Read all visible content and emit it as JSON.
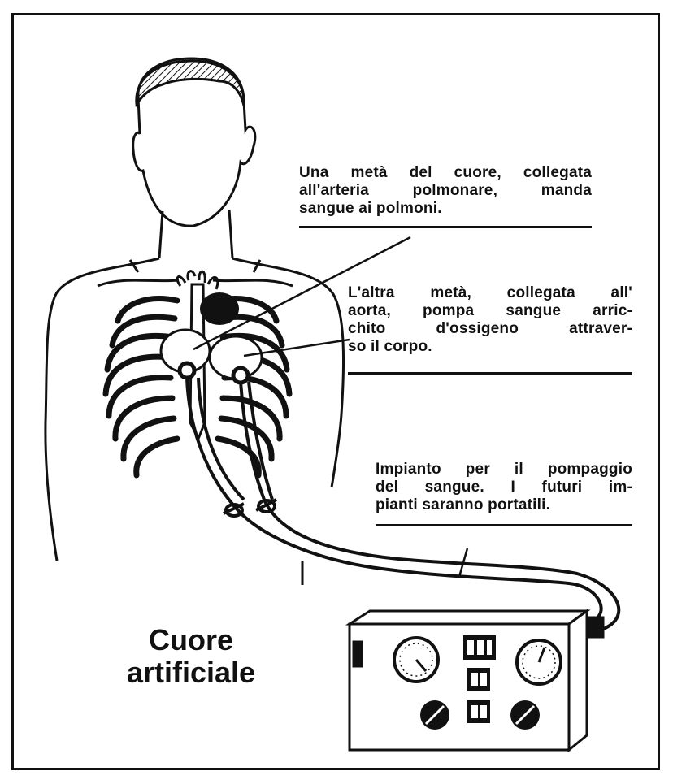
{
  "title": {
    "line1": "Cuore",
    "line2": "artificiale"
  },
  "callouts": {
    "pulmonary": {
      "lines": [
        "Una metà del cuore, collegata",
        "all'arteria polmonare, manda",
        "sangue ai polmoni."
      ]
    },
    "aortic": {
      "lines": [
        "L'altra metà, collegata all'",
        "aorta, pompa sangue arric-",
        "chito d'ossigeno attraver-",
        "so il corpo."
      ]
    },
    "pump_unit": {
      "lines": [
        "Impianto per il pompaggio",
        "del sangue. I futuri im-",
        "pianti saranno portatili."
      ]
    }
  },
  "colors": {
    "ink": "#111111",
    "paper": "#ffffff"
  }
}
